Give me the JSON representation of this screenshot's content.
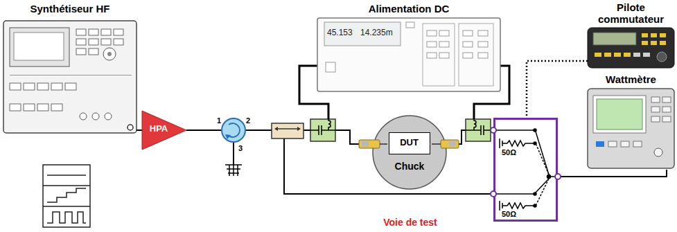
{
  "diagram": {
    "nodes": [
      {
        "text": [
          "Synthétiseur HF"
        ]
      },
      {
        "text": [
          "HPA"
        ]
      },
      {
        "text": [
          "Alimentation DC",
          "45.153",
          "14.235m"
        ]
      },
      {
        "text": [
          "Chuck"
        ]
      },
      {
        "text": [
          "DUT"
        ],
        "in": 3
      },
      {
        "text": [
          "Pilote commutateur"
        ]
      },
      {
        "text": [
          "Wattmètre"
        ]
      },
      {
        "text": [
          "50Ω",
          "50Ω"
        ]
      }
    ],
    "edges": [
      {
        "from": 0,
        "to": 1,
        "arrow": "none"
      },
      {
        "from": 5,
        "to": 7,
        "arrow": "none"
      },
      {
        "from": 7,
        "to": 6,
        "arrow": "none"
      }
    ],
    "labels": [
      "1",
      "2",
      "3",
      "Voie de test"
    ]
  }
}
